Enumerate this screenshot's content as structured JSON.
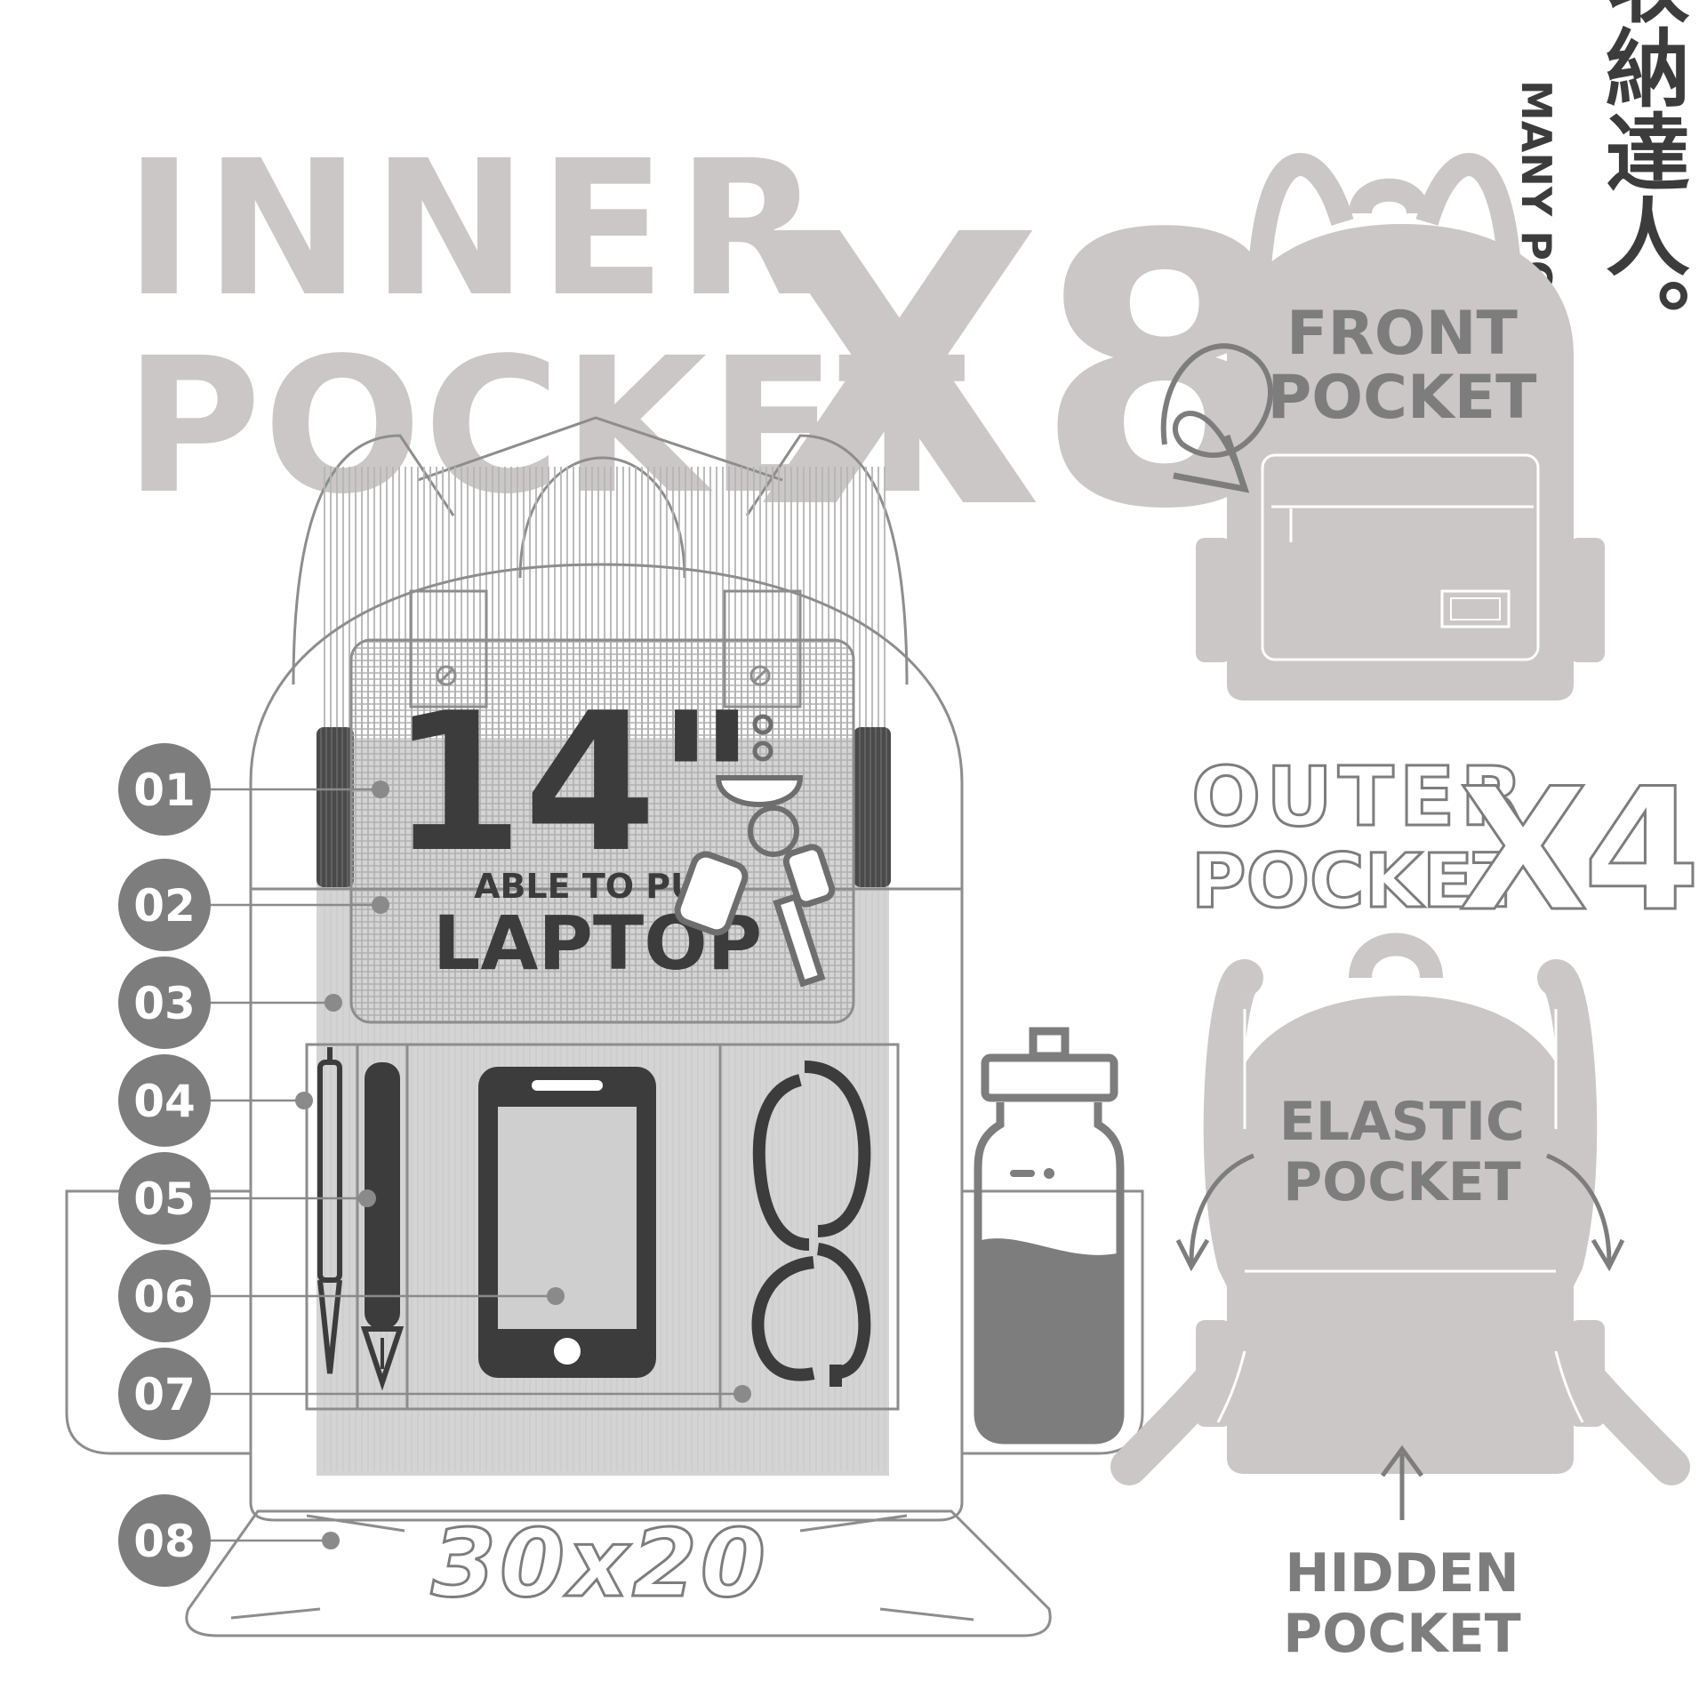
{
  "headline": {
    "line1": "INNER",
    "line2": "POCKET",
    "multiplier": "X8"
  },
  "many_pockets": {
    "chinese": "收納達人。",
    "english": "MANY POCKETS"
  },
  "front_pocket": {
    "line1": "FRONT",
    "line2": "POCKET"
  },
  "outer": {
    "line1": "OUTER",
    "line2": "POCKET",
    "multiplier": "X4"
  },
  "elastic_pocket": {
    "line1": "ELASTIC",
    "line2": "POCKET"
  },
  "hidden_pocket": {
    "line1": "HIDDEN",
    "line2": "POCKET"
  },
  "laptop": {
    "size": "14\"",
    "line1": "ABLE TO PUT",
    "line2": "LAPTOP"
  },
  "dimensions": "30x20",
  "pocket_numbers": [
    "01",
    "02",
    "03",
    "04",
    "05",
    "06",
    "07",
    "08"
  ],
  "colors": {
    "light_gray": "#cbc7c7",
    "mid_gray": "#7d7d7d",
    "dark_gray": "#3c3c3c"
  }
}
